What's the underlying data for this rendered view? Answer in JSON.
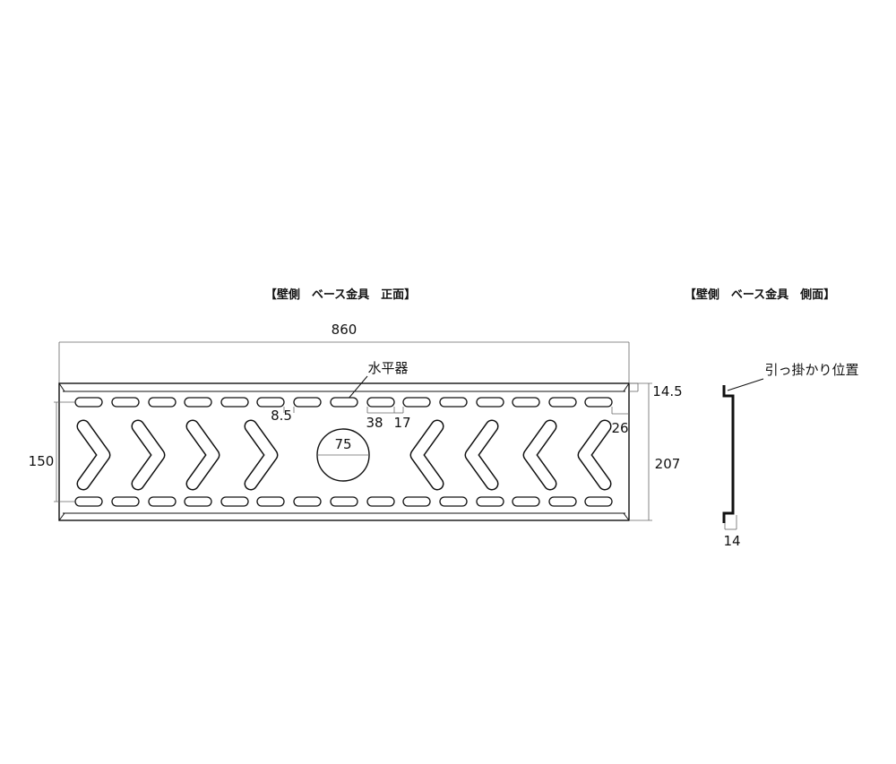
{
  "front_view": {
    "title": "【壁側　ベース金具　正面】",
    "dimensions": {
      "width": "860",
      "slot_spacing": "150",
      "hole_diameter": "75",
      "slot_gap": "8.5",
      "slot_length": "38",
      "slot_pitch": "17",
      "edge_offset": "26",
      "lip": "14.5",
      "height": "207"
    },
    "callouts": {
      "level": "水平器"
    }
  },
  "side_view": {
    "title": "【壁側　ベース金具　側面】",
    "callouts": {
      "hook_position": "引っ掛かり位置"
    },
    "dimensions": {
      "bottom_lip": "14"
    }
  }
}
